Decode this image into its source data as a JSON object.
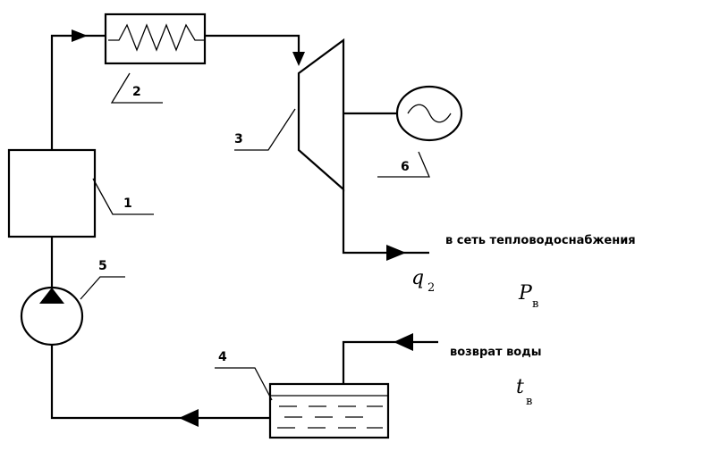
{
  "labels": {
    "boiler": "1",
    "superheater": "2",
    "turbine": "3",
    "condenser": "4",
    "pump": "5",
    "generator": "6"
  },
  "captions": {
    "to_network": "в сеть тепловодоснабжения",
    "water_return": "возврат воды"
  },
  "symbols": {
    "q_main": "q",
    "q_sub": "2",
    "p_main": "P",
    "p_sub": "в",
    "t_main": "t",
    "t_sub": "в"
  }
}
